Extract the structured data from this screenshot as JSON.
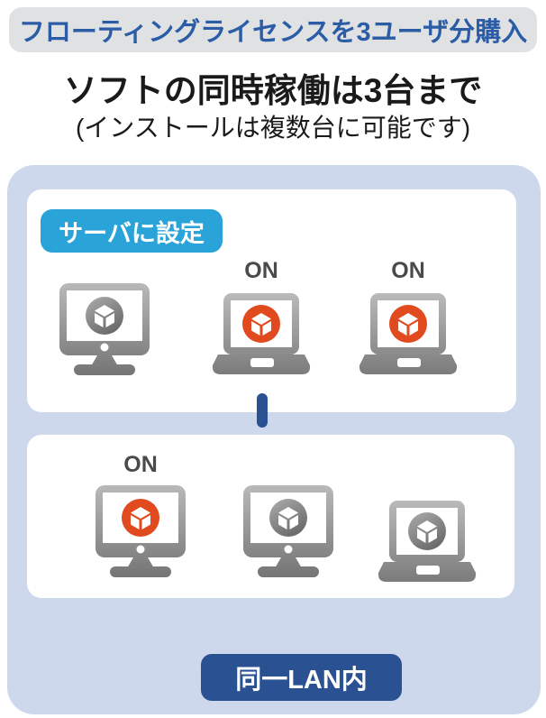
{
  "banner": {
    "text": "フローティングライセンスを3ユーザ分購入"
  },
  "heading": {
    "title": "ソフトの同時稼働は3台まで",
    "subtitle": "(インストールは複数台に可能です)"
  },
  "diagram": {
    "server_badge_label": "サーバに設定",
    "upper_row": {
      "description": "server group",
      "devices": [
        {
          "type": "desktop",
          "status_label": "",
          "app_state": "idle"
        },
        {
          "type": "laptop",
          "status_label": "ON",
          "app_state": "active"
        },
        {
          "type": "laptop",
          "status_label": "ON",
          "app_state": "active"
        }
      ]
    },
    "lower_row": {
      "description": "client group",
      "devices": [
        {
          "type": "desktop",
          "status_label": "ON",
          "app_state": "active"
        },
        {
          "type": "desktop",
          "status_label": "",
          "app_state": "idle"
        },
        {
          "type": "laptop",
          "status_label": "",
          "app_state": "idle"
        }
      ]
    },
    "lan_label": "同一LAN内"
  },
  "icons": {
    "app_icon": "cube-package-icon",
    "active_color": "#e04a1e",
    "idle_color": "gray-gradient"
  },
  "colors": {
    "accent_blue": "#2a5191",
    "badge_cyan": "#29a3d8",
    "active_orange": "#e04a1e",
    "container_blue": "#cdd8ec",
    "banner_gray": "#e0e1e3",
    "banner_text_blue": "#2b5ca6"
  }
}
